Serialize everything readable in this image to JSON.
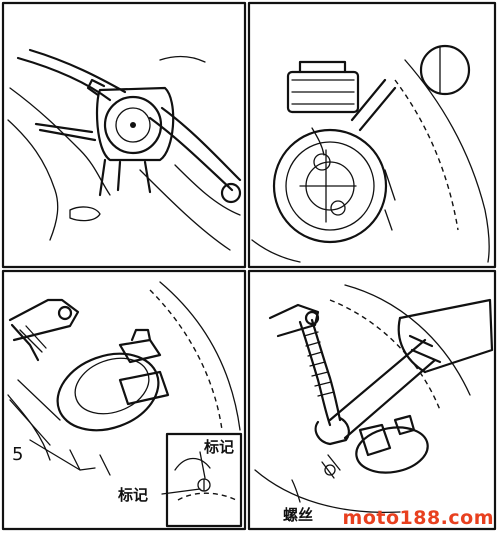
{
  "labels": {
    "mark_1": "标记",
    "mark_2": "标记",
    "screw": "螺丝",
    "step_number": "5"
  },
  "watermark": "moto188.com",
  "colors": {
    "ink": "#111111",
    "watermark": "#e8401f",
    "background": "#ffffff"
  }
}
